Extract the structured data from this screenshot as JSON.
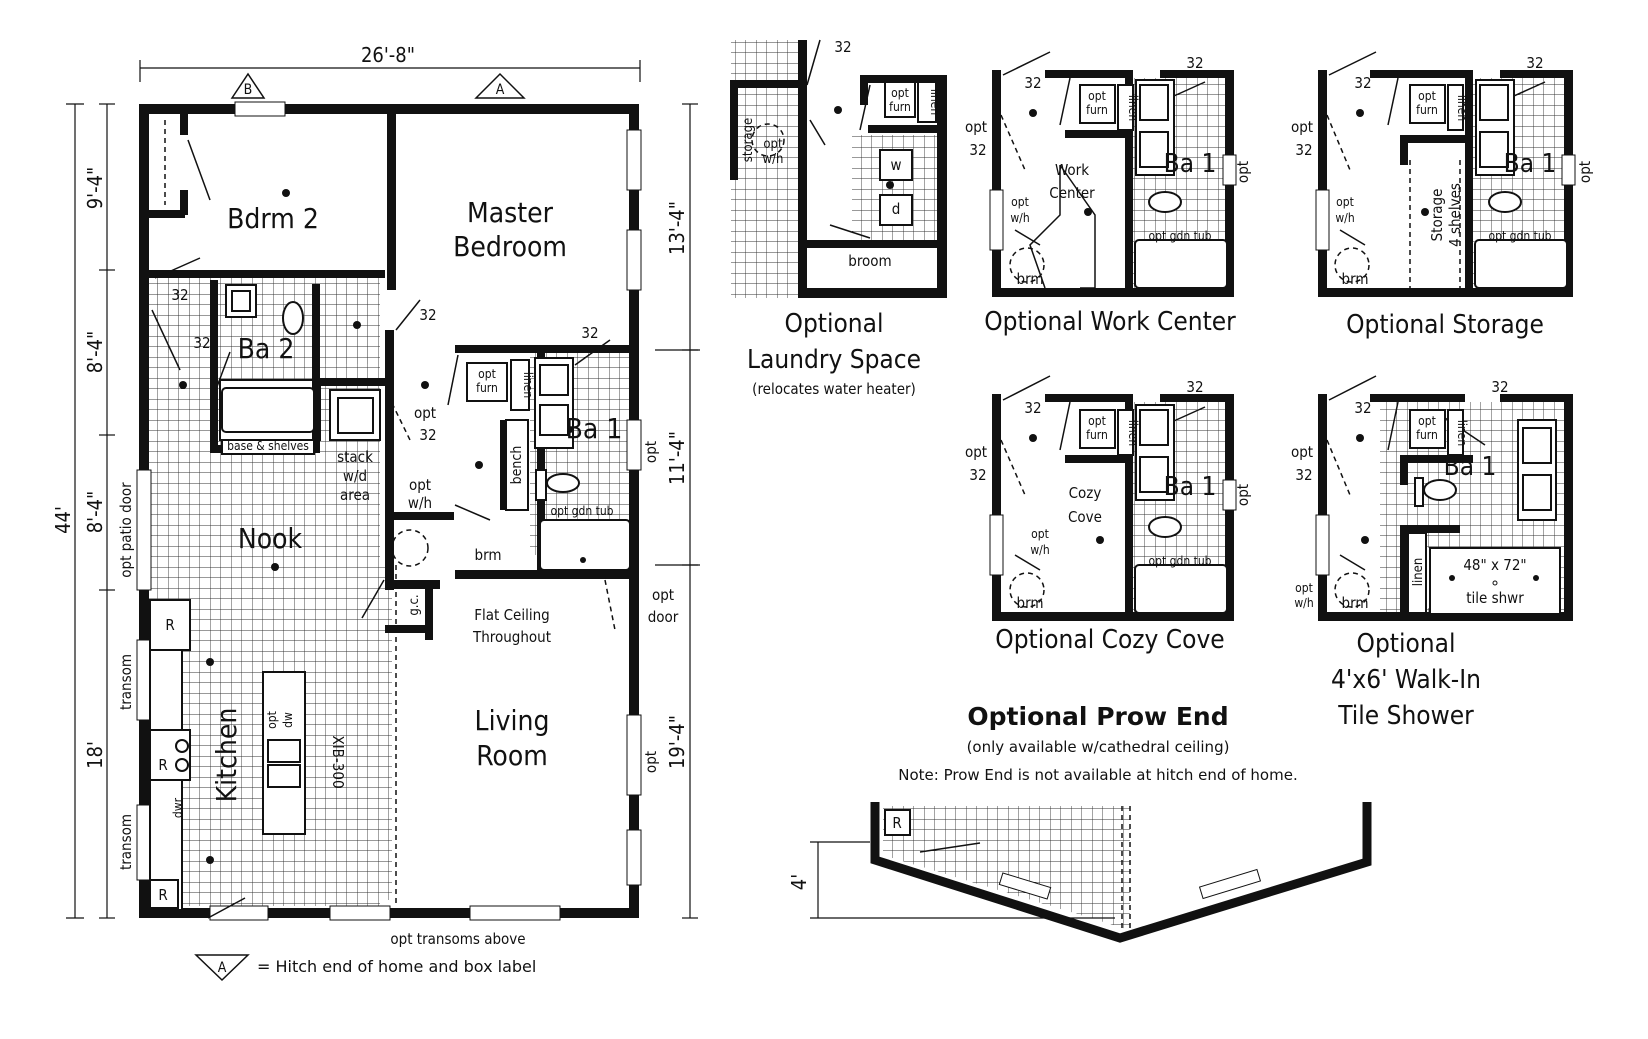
{
  "main_plan": {
    "overall_width": "26'-8\"",
    "overall_length": "44'",
    "left_dims": [
      "9'-4\"",
      "8'-4\"",
      "8'-4\"",
      "18'"
    ],
    "right_dims": [
      "13'-4\"",
      "11'-4\"",
      "19'-4\""
    ],
    "hitch_markers": [
      "B",
      "A"
    ],
    "rooms": {
      "bdrm2": "Bdrm 2",
      "master_1": "Master",
      "master_2": "Bedroom",
      "ba2": "Ba 2",
      "ba1": "Ba 1",
      "nook": "Nook",
      "kitchen": "Kitchen",
      "living_1": "Living",
      "living_2": "Room"
    },
    "labels": {
      "door32_a": "32",
      "door32_b": "32",
      "door32_c": "32",
      "door32_d": "32",
      "opt": "opt",
      "opt32": "32",
      "opt_furn_1": "opt",
      "opt_furn_2": "furn",
      "linen": "linen",
      "bench": "bench",
      "base_shelves": "base & shelves",
      "stack_1": "stack",
      "stack_2": "w/d",
      "stack_3": "area",
      "opt_wh_1": "opt",
      "opt_wh_2": "w/h",
      "brm": "brm",
      "gc": "g.c.",
      "opt_gdn_tub": "opt gdn tub",
      "flat_ceiling_1": "Flat Ceiling",
      "flat_ceiling_2": "Throughout",
      "opt_door_1": "opt",
      "opt_door_2": "door",
      "opt_patio_door": "opt patio door",
      "transom": "transom",
      "refrigerator": "R",
      "range": "R",
      "dwr": "dwr",
      "opt_dw_1": "opt",
      "opt_dw_2": "dw",
      "xib": "XIB-300",
      "opt_right_1": "opt",
      "opt_right_2": "opt",
      "opt_transoms_above": "opt transoms above",
      "hitch_legend_marker": "A",
      "hitch_legend": "= Hitch end of home and box label"
    }
  },
  "options": {
    "laundry": {
      "title_1": "Optional",
      "title_2": "Laundry Space",
      "subtitle": "(relocates water heater)",
      "labels": [
        "32",
        "storage",
        "opt",
        "w/h",
        "opt",
        "furn",
        "linen",
        "w",
        "d",
        "broom"
      ]
    },
    "work_center": {
      "title": "Optional Work Center",
      "labels": [
        "32",
        "32",
        "opt",
        "32",
        "opt",
        "furn",
        "linen",
        "Work",
        "Center",
        "opt",
        "w/h",
        "Ba 1",
        "opt",
        "opt gdn tub",
        "brm"
      ]
    },
    "storage": {
      "title": "Optional Storage",
      "labels": [
        "32",
        "32",
        "opt",
        "32",
        "opt",
        "furn",
        "linen",
        "Storage",
        "4 shelves",
        "opt",
        "w/h",
        "Ba 1",
        "opt",
        "opt gdn tub",
        "brm"
      ]
    },
    "cozy_cove": {
      "title": "Optional Cozy Cove",
      "labels": [
        "32",
        "32",
        "opt",
        "32",
        "opt",
        "furn",
        "linen",
        "Cozy",
        "Cove",
        "opt",
        "w/h",
        "Ba 1",
        "opt",
        "opt gdn tub",
        "brm"
      ]
    },
    "walk_in": {
      "title_1": "Optional",
      "title_2": "4'x6' Walk-In",
      "title_3": "Tile Shower",
      "labels": [
        "32",
        "32",
        "opt",
        "32",
        "opt",
        "furn",
        "linen",
        "Ba 1",
        "linen",
        "48\" x 72\"",
        "tile shwr",
        "opt",
        "w/h",
        "brm"
      ]
    },
    "prow": {
      "title": "Optional Prow End",
      "subtitle": "(only available w/cathedral ceiling)",
      "note": "Note: Prow End is not available at hitch end of home.",
      "dim": "4'",
      "fridge": "R"
    }
  }
}
